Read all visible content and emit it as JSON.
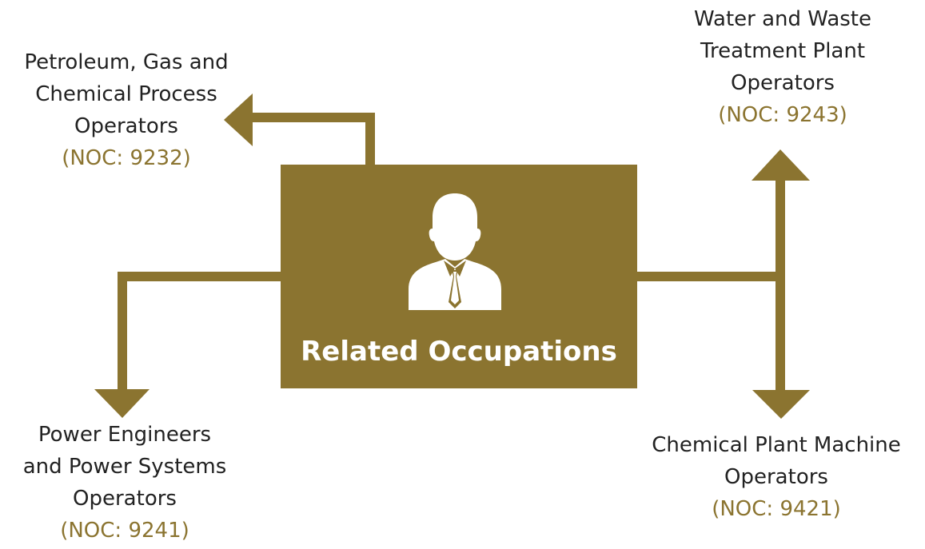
{
  "theme": {
    "accent": "#8b7430",
    "text": "#222222",
    "box_text": "#ffffff"
  },
  "center": {
    "icon": "businessman-icon",
    "title": "Related Occupations"
  },
  "occupations": {
    "petroleum": {
      "lines": [
        "Petroleum, Gas and",
        "Chemical Process",
        "Operators"
      ],
      "noc": "(NOC: 9232)"
    },
    "water": {
      "lines": [
        "Water and Waste",
        "Treatment Plant",
        "Operators"
      ],
      "noc": "(NOC: 9243)"
    },
    "power": {
      "lines": [
        "Power Engineers",
        "and Power Systems",
        "Operators"
      ],
      "noc": "(NOC: 9241)"
    },
    "chemical": {
      "lines": [
        "Chemical Plant Machine",
        "Operators"
      ],
      "noc": "(NOC: 9421)"
    }
  }
}
